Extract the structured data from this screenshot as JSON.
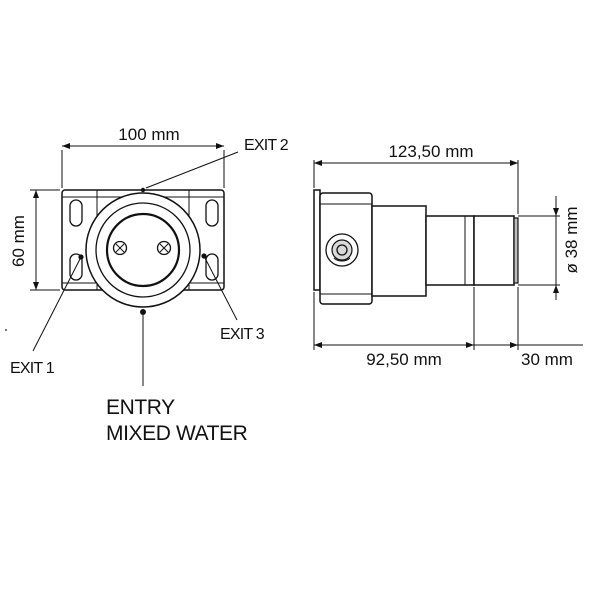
{
  "front_view": {
    "width_dimension": "100 mm",
    "height_dimension": "60 mm",
    "exit_1": "EXIT 1",
    "exit_2": "EXIT 2",
    "exit_3": "EXIT 3",
    "entry_line_1": "ENTRY",
    "entry_line_2": "MIXED WATER"
  },
  "side_view": {
    "overall_length": "123,50 mm",
    "body_length": "92,50 mm",
    "tail_length": "30 mm",
    "diameter": "ø 38 mm"
  }
}
